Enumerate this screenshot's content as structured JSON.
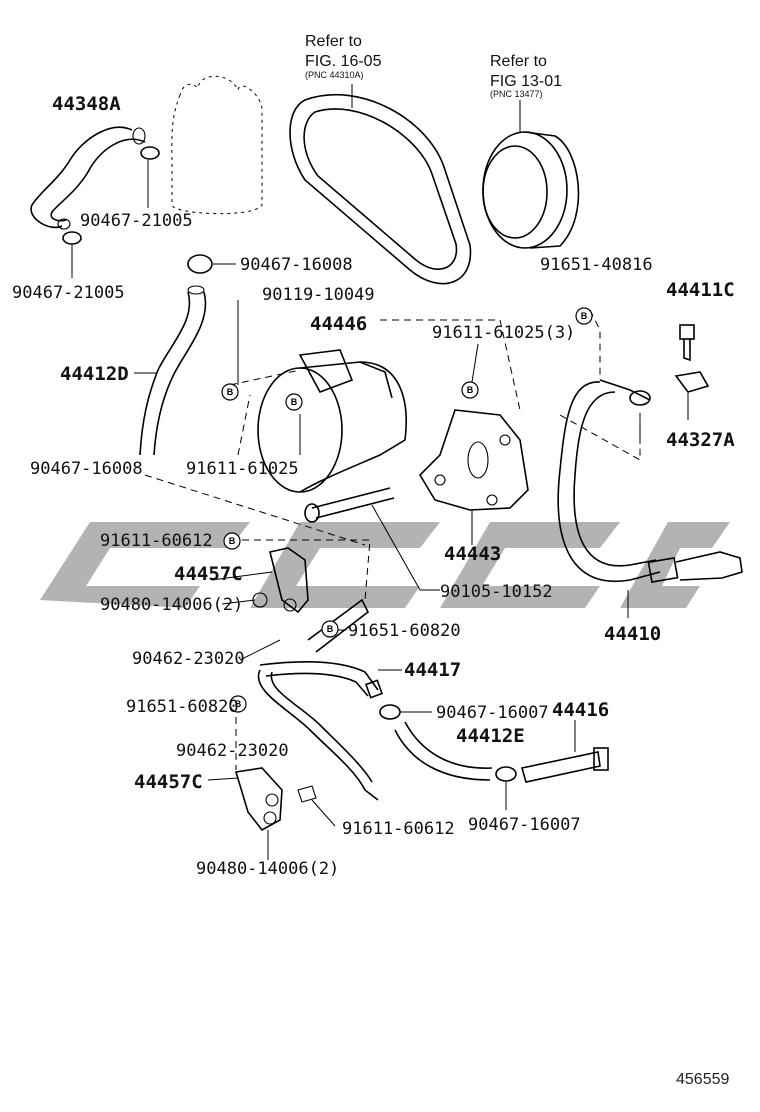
{
  "refs": {
    "belt": {
      "line1": "Refer to",
      "line2": "FIG. 16-05",
      "pnc": "(PNC 44310A)"
    },
    "clutch": {
      "line1": "Refer to",
      "line2": "FIG 13-01",
      "pnc": "(PNC 13477)"
    }
  },
  "labels": {
    "p44348A": "44348A",
    "p90467_21005_a": "90467-21005",
    "p90467_21005_b": "90467-21005",
    "p90467_16008_a": "90467-16008",
    "p90119_10049": "90119-10049",
    "p44446": "44446",
    "p91611_61025_3": "91611-61025(3)",
    "p91651_40816": "91651-40816",
    "p44411C": "44411C",
    "p44412D": "44412D",
    "p44327A": "44327A",
    "p91611_61025": "91611-61025",
    "p90467_16008_b": "90467-16008",
    "p91611_60612_a": "91611-60612",
    "p44443": "44443",
    "p44457C_a": "44457C",
    "p90105_10152": "90105-10152",
    "p90480_14006_a": "90480-14006(2)",
    "p91651_60820": "91651-60820",
    "p44410": "44410",
    "p90462_23020_a": "90462-23020",
    "p44417": "44417",
    "p91651_60820_b": "91651-60820",
    "p90467_16007_a": "90467-16007",
    "p44416": "44416",
    "p90462_23020_b": "90462-23020",
    "p44412E": "44412E",
    "p44457C_b": "44457C",
    "p91611_60612_b": "91611-60612",
    "p90467_16007_b": "90467-16007",
    "p90480_14006_b": "90480-14006(2)"
  },
  "badge_letter": "B",
  "doc_number": "456559"
}
